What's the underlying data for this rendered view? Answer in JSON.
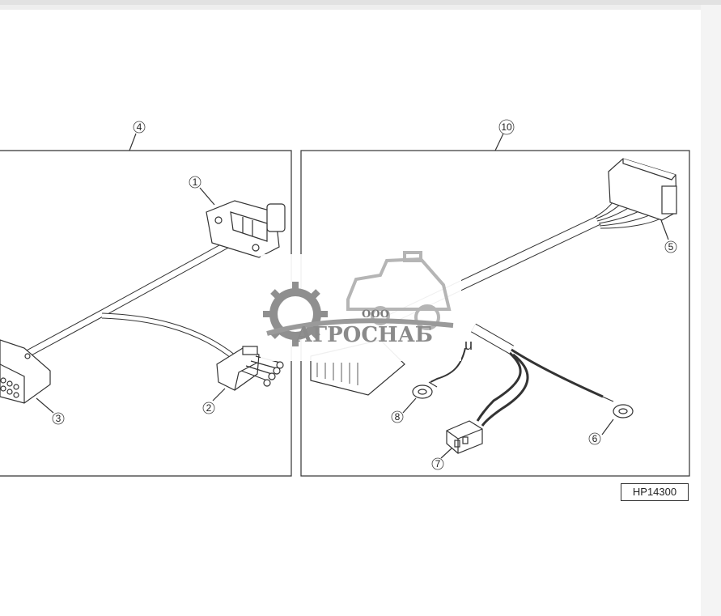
{
  "callouts": {
    "c1": "1",
    "c2": "2",
    "c3": "3",
    "c4": "4",
    "c5": "5",
    "c6": "6",
    "c7": "7",
    "c8": "8",
    "c10": "10"
  },
  "figure_ref": "HP14300",
  "watermark": {
    "prefix": "ООО",
    "brand": "АГРОСНАБ",
    "suffix": "u"
  },
  "colors": {
    "line": "#333333",
    "watermark": "#9a9a9a"
  }
}
